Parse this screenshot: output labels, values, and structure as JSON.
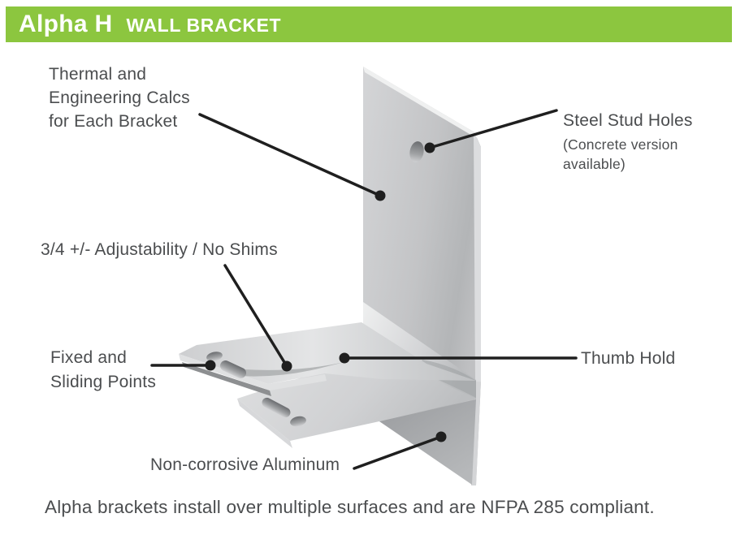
{
  "header": {
    "product_name": "Alpha H",
    "product_type": "WALL BRACKET",
    "bar_color": "#8cc63f",
    "text_color": "#ffffff"
  },
  "callouts": {
    "thermal": {
      "label": "Thermal and\nEngineering Calcs\nfor Each Bracket"
    },
    "steel_stud": {
      "label": "Steel Stud Holes",
      "sublabel": "(Concrete version available)"
    },
    "adjustability": {
      "label": "3/4 +/- Adjustability / No Shims"
    },
    "fixed_sliding": {
      "label": "Fixed and\nSliding Points"
    },
    "thumb_hold": {
      "label": "Thumb Hold"
    },
    "aluminum": {
      "label": "Non-corrosive Aluminum"
    }
  },
  "illustration": {
    "subject": "aluminum wall bracket 3D render",
    "metal_color": "#c6c7c9",
    "arrow_color": "#1f1f1f",
    "label_color": "#4b4d4f"
  },
  "footer": {
    "note": "Alpha brackets install over multiple surfaces and are NFPA 285 compliant."
  }
}
